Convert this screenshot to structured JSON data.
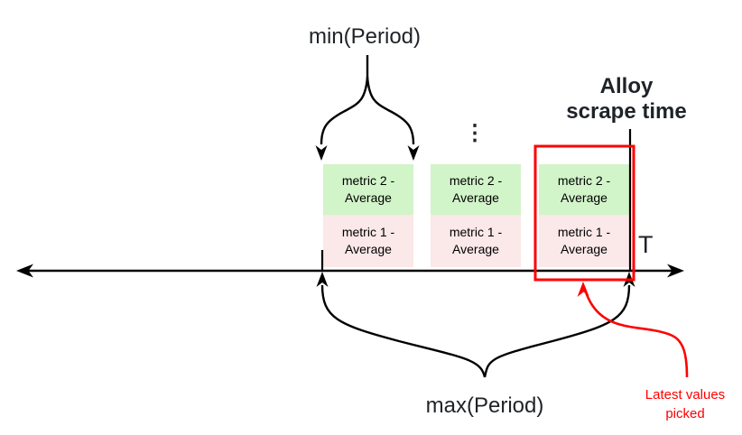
{
  "colors": {
    "accent_red": "#ff0000",
    "metric2_green": "#d2f4c9",
    "metric1_pink": "#fbe8e8",
    "ink": "#1f2328"
  },
  "annotations": {
    "min_period": "min(Period)",
    "max_period": "max(Period)",
    "alloy_scrape_time": "Alloy\nscrape time",
    "axis_label": "T",
    "latest_values": "Latest values\npicked",
    "ellipsis": "⋮"
  },
  "groups": [
    {
      "metric2": "metric 2 - Average",
      "metric1": "metric 1 - Average"
    },
    {
      "metric2": "metric 2 - Average",
      "metric1": "metric 1 - Average"
    },
    {
      "metric2": "metric 2 - Average",
      "metric1": "metric 1 - Average"
    }
  ]
}
